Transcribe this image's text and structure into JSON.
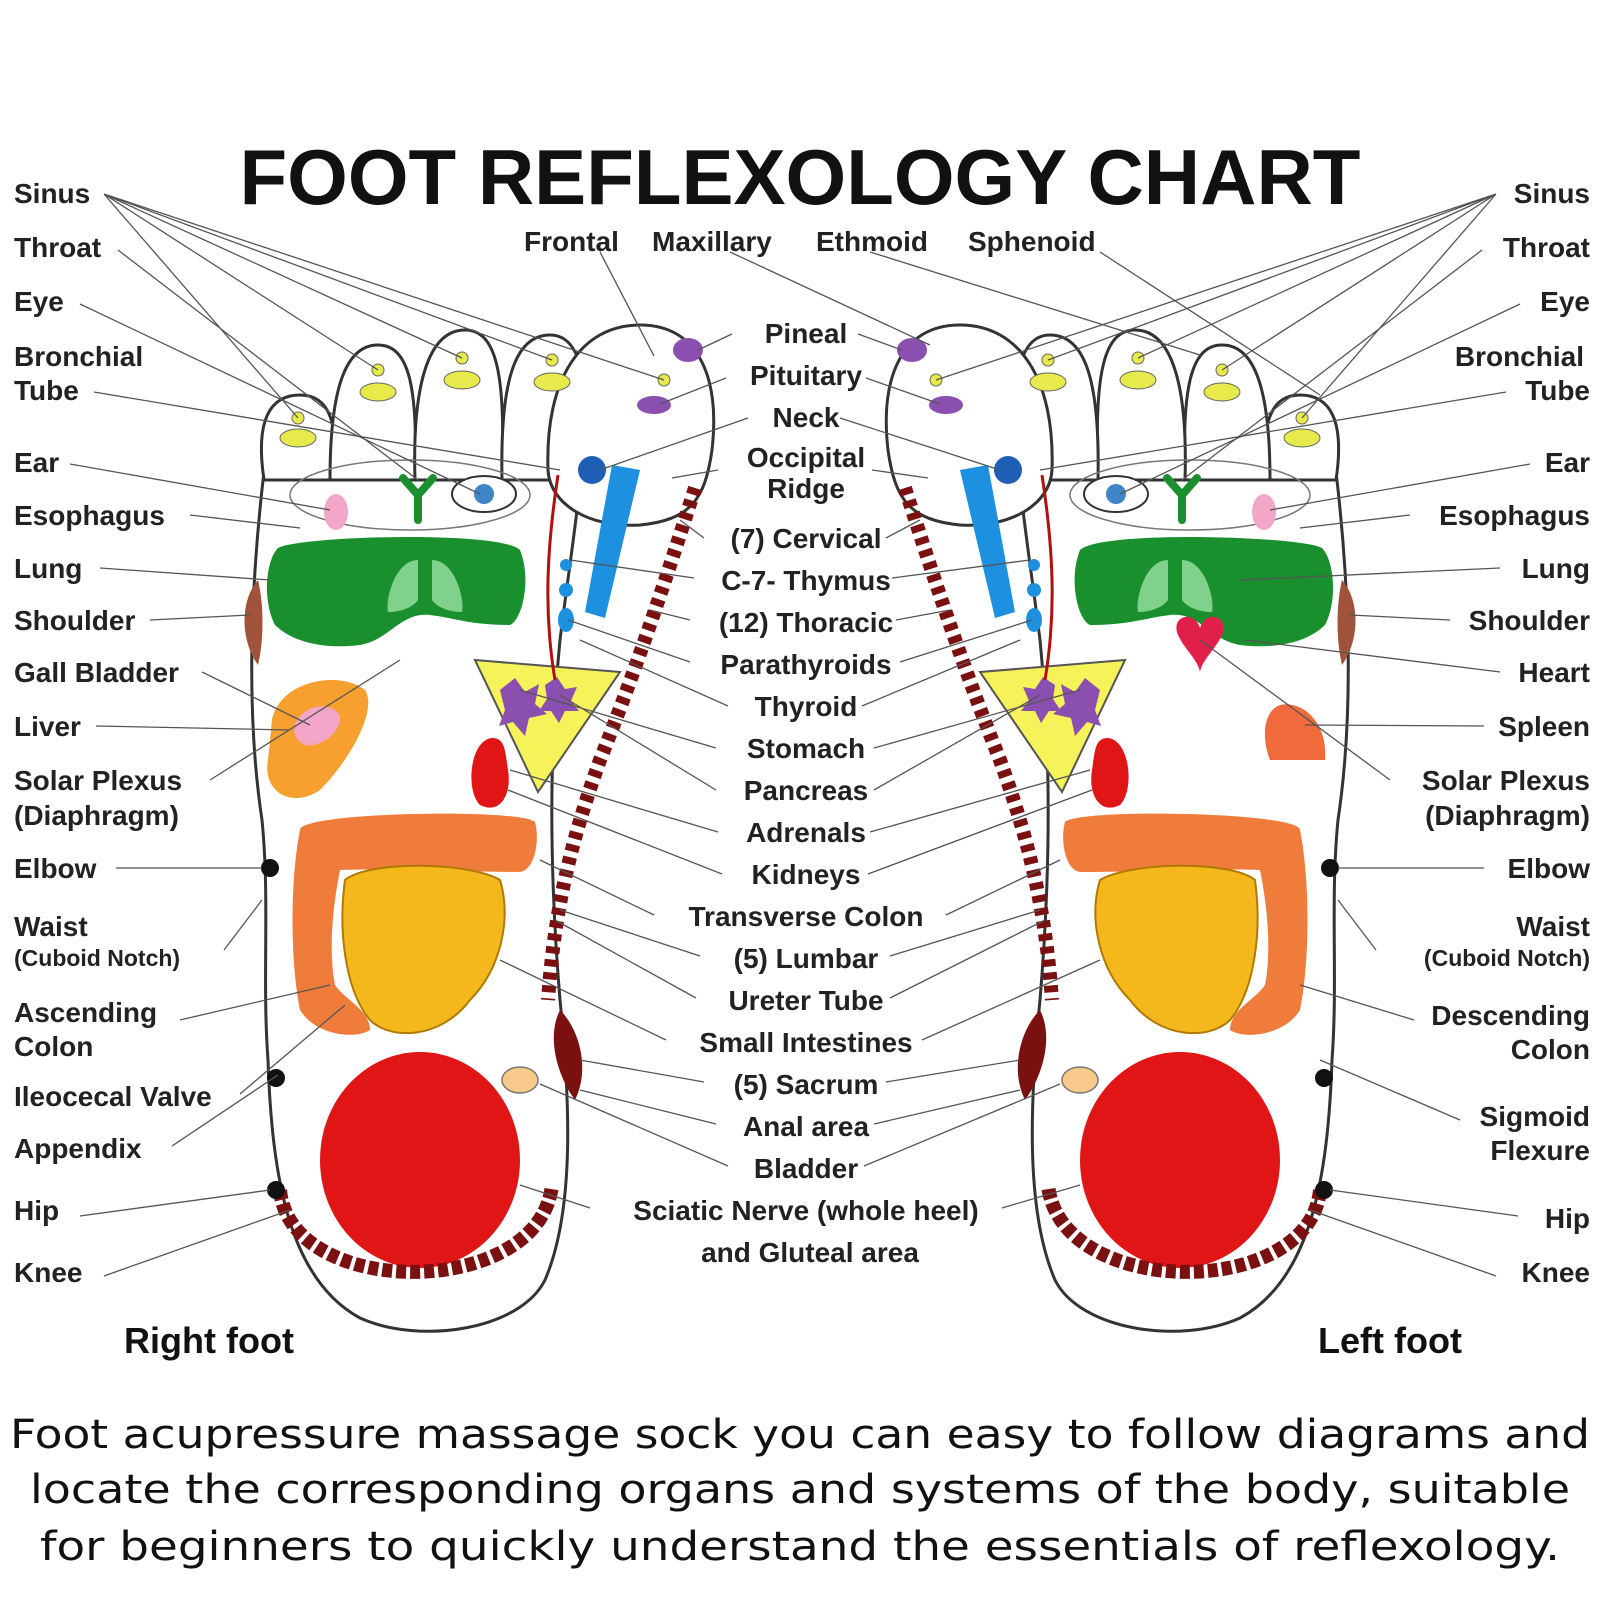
{
  "title": "FOOT REFLEXOLOGY CHART",
  "sinus_parts": [
    "Frontal",
    "Maxillary",
    "Ethmoid",
    "Sphenoid"
  ],
  "right_foot": {
    "caption": "Right foot",
    "labels": [
      "Sinus",
      "Throat",
      "Eye",
      "Bronchial",
      "Tube",
      "Ear",
      "Esophagus",
      "Lung",
      "Shoulder",
      "Gall Bladder",
      "Liver",
      "Solar Plexus",
      "(Diaphragm)",
      "Elbow",
      "Waist",
      "(Cuboid Notch)",
      "Ascending",
      "Colon",
      "Ileocecal Valve",
      "Appendix",
      "Hip",
      "Knee"
    ]
  },
  "left_foot": {
    "caption": "Left foot",
    "labels": [
      "Sinus",
      "Throat",
      "Eye",
      "Bronchial",
      "Tube",
      "Ear",
      "Esophagus",
      "Lung",
      "Shoulder",
      "Heart",
      "Spleen",
      "Solar Plexus",
      "(Diaphragm)",
      "Elbow",
      "Waist",
      "(Cuboid Notch)",
      "Descending",
      "Colon",
      "Sigmoid",
      "Flexure",
      "Hip",
      "Knee"
    ]
  },
  "center_labels": [
    "Pineal",
    "Pituitary",
    "Neck",
    "Occipital",
    "Ridge",
    "(7) Cervical",
    "C-7- Thymus",
    "(12) Thoracic",
    "Parathyroids",
    "Thyroid",
    "Stomach",
    "Pancreas",
    "Adrenals",
    "Kidneys",
    "Transverse Colon",
    "(5) Lumbar",
    "Ureter Tube",
    "Small Intestines",
    "(5) Sacrum",
    "Anal area",
    "Bladder",
    "Sciatic Nerve (whole heel)",
    "and Gluteal area"
  ],
  "description": [
    "Foot acupressure massage sock you can easy to follow diagrams and",
    "locate the corresponding organs and systems of the body, suitable",
    "for beginners to quickly understand the essentials of reflexology."
  ],
  "colors": {
    "lung_zone": "#1a8f2e",
    "heel": "#e01515",
    "intestine": "#f5b81c",
    "colon": "#f07c3c",
    "spine": "#7a1010",
    "sinus": "#e6ea4a",
    "pineal": "#8b4fb0",
    "spinal_bar": "#1e90e0",
    "solar_triangle": "#f6f25a",
    "liver": "#f7a030"
  }
}
